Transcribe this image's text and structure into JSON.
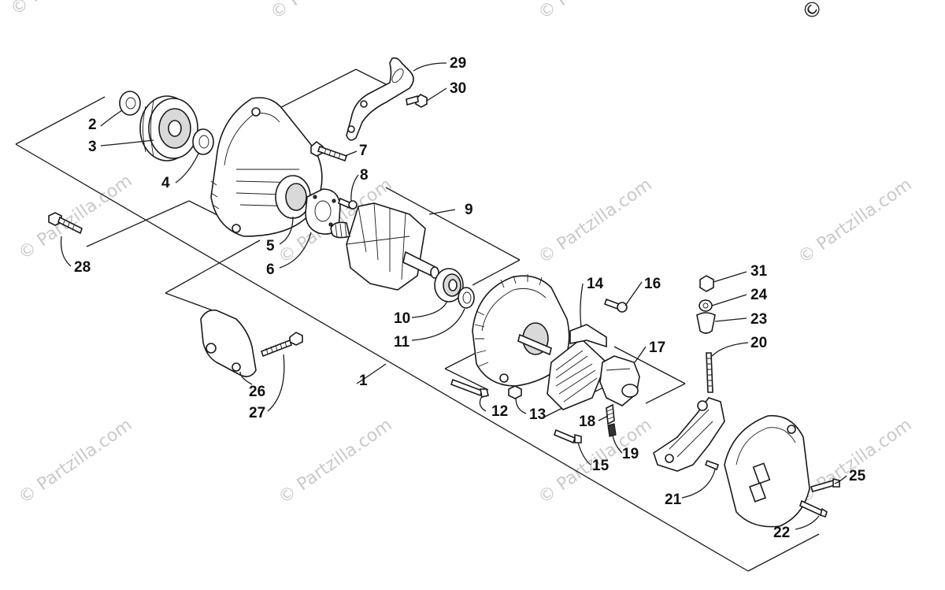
{
  "watermark": {
    "text": "© Partzilla.com",
    "corner_text": "© Pa"
  },
  "callouts": [
    "1",
    "2",
    "3",
    "4",
    "5",
    "6",
    "7",
    "8",
    "9",
    "10",
    "11",
    "12",
    "13",
    "14",
    "15",
    "16",
    "17",
    "18",
    "19",
    "20",
    "21",
    "22",
    "23",
    "24",
    "25",
    "26",
    "27",
    "28",
    "29",
    "30",
    "31"
  ]
}
